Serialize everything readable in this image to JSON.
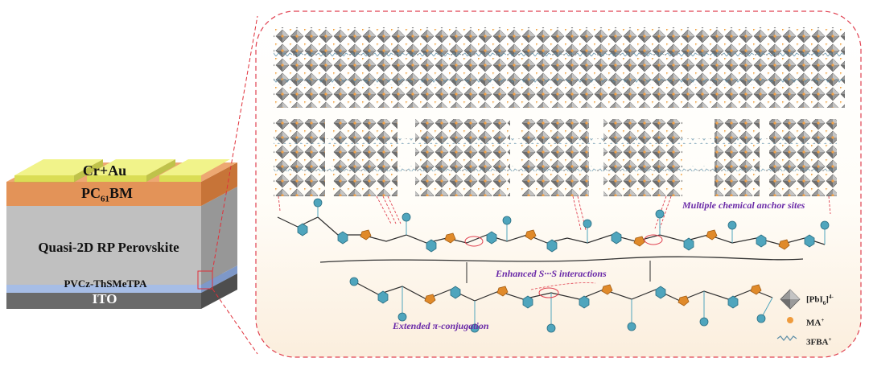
{
  "device": {
    "electrode": "Cr+Au",
    "etl_prefix": "PC",
    "etl_sub": "61",
    "etl_suffix": "BM",
    "perovskite": "Quasi-2D RP Perovskite",
    "htl": "PVCz-ThSMeTPA",
    "substrate": "ITO"
  },
  "annotations": {
    "anchor": "Multiple chemical anchor sites",
    "ss": "Enhanced S···S interactions",
    "pi": "Extended π-conjugation"
  },
  "legend": {
    "pbi_base": "[PbI",
    "pbi_sub": "6",
    "pbi_close": "]",
    "pbi_sup": "4-",
    "ma_base": "MA",
    "ma_sup": "+",
    "fba_base": "3FBA",
    "fba_sup": "+"
  },
  "colors": {
    "electrode": "#e6ea6a",
    "etl": "#e0905a",
    "perovskite": "#b9b9b9",
    "htl": "#9db7e0",
    "ito": "#6d6d6d",
    "octahedron": "#8f8f8f",
    "cation": "#f0a74a",
    "thiophene": "#e08a2a",
    "phenyl": "#4aa0b8",
    "dash": "#e04050"
  }
}
